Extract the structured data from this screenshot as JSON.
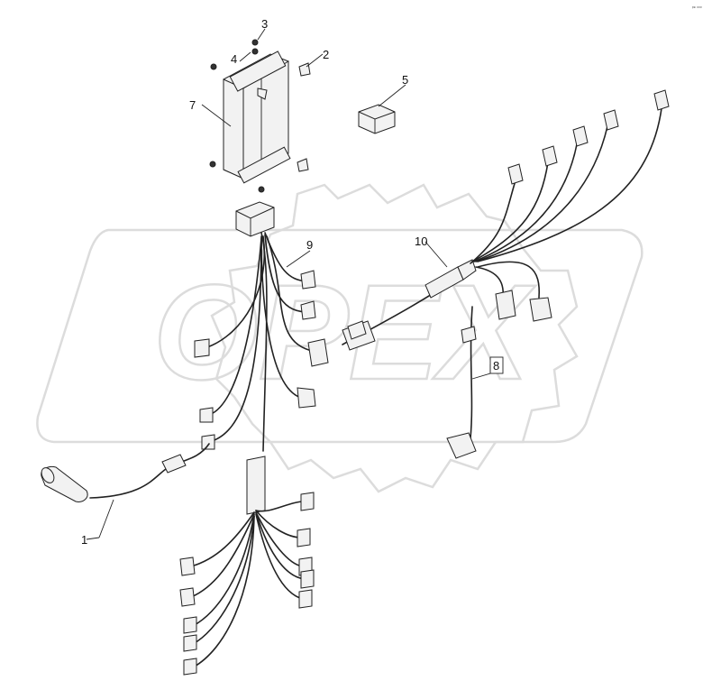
{
  "corner_mark": "ᵖᵉ ᵒᵒᵒ",
  "callouts": [
    {
      "id": "1",
      "label": "1"
    },
    {
      "id": "2",
      "label": "2"
    },
    {
      "id": "3",
      "label": "3"
    },
    {
      "id": "4",
      "label": "4"
    },
    {
      "id": "5",
      "label": "5"
    },
    {
      "id": "7",
      "label": "7"
    },
    {
      "id": "8",
      "label": "8"
    },
    {
      "id": "9",
      "label": "9"
    },
    {
      "id": "10",
      "label": "10"
    }
  ],
  "watermark": {
    "text": "OPEX",
    "color": "#dcdcdc"
  },
  "colors": {
    "line": "#222222",
    "part_fill": "#f2f2f2",
    "background": "#ffffff"
  }
}
